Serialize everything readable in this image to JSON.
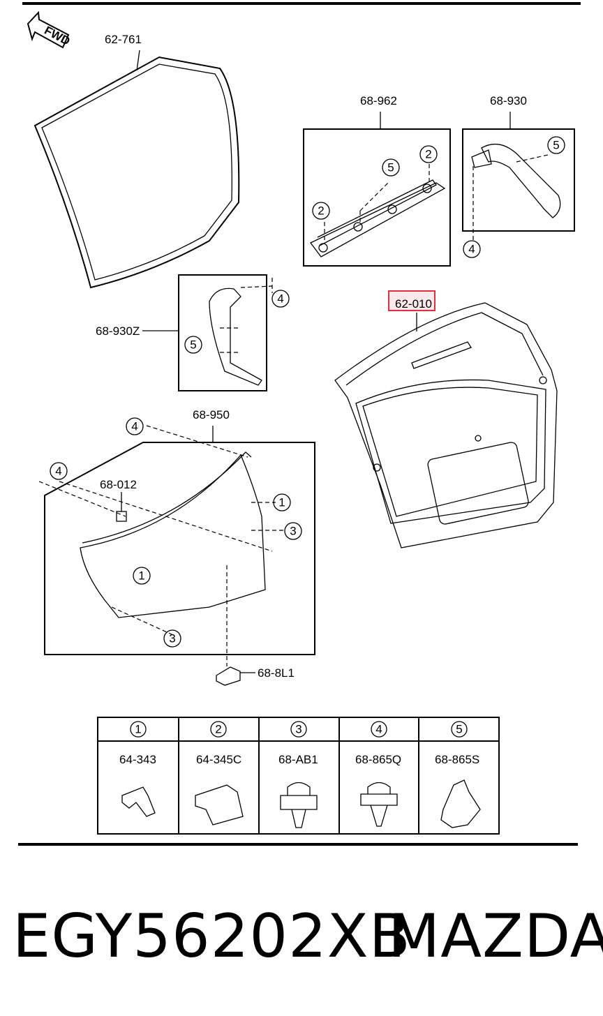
{
  "diagram": {
    "fwd_label": "FWD",
    "callouts": {
      "weatherstrip": "62-761",
      "garnish_upper": "68-962",
      "trim_right": "68-930",
      "trim_left": "68-930Z",
      "liftgate": "62-010",
      "trim_lower": "68-950",
      "grip": "68-012",
      "lamp": "68-8L1"
    },
    "circle_refs": [
      "1",
      "2",
      "3",
      "4",
      "5"
    ],
    "highlight_color": "#e03040"
  },
  "legend": {
    "columns": [
      {
        "num": "1",
        "part": "64-343"
      },
      {
        "num": "2",
        "part": "64-345C"
      },
      {
        "num": "3",
        "part": "68-AB1"
      },
      {
        "num": "4",
        "part": "68-865Q"
      },
      {
        "num": "5",
        "part": "68-865S"
      }
    ]
  },
  "footer": {
    "part_number": "EGY56202XB",
    "brand": "MAZDA"
  }
}
